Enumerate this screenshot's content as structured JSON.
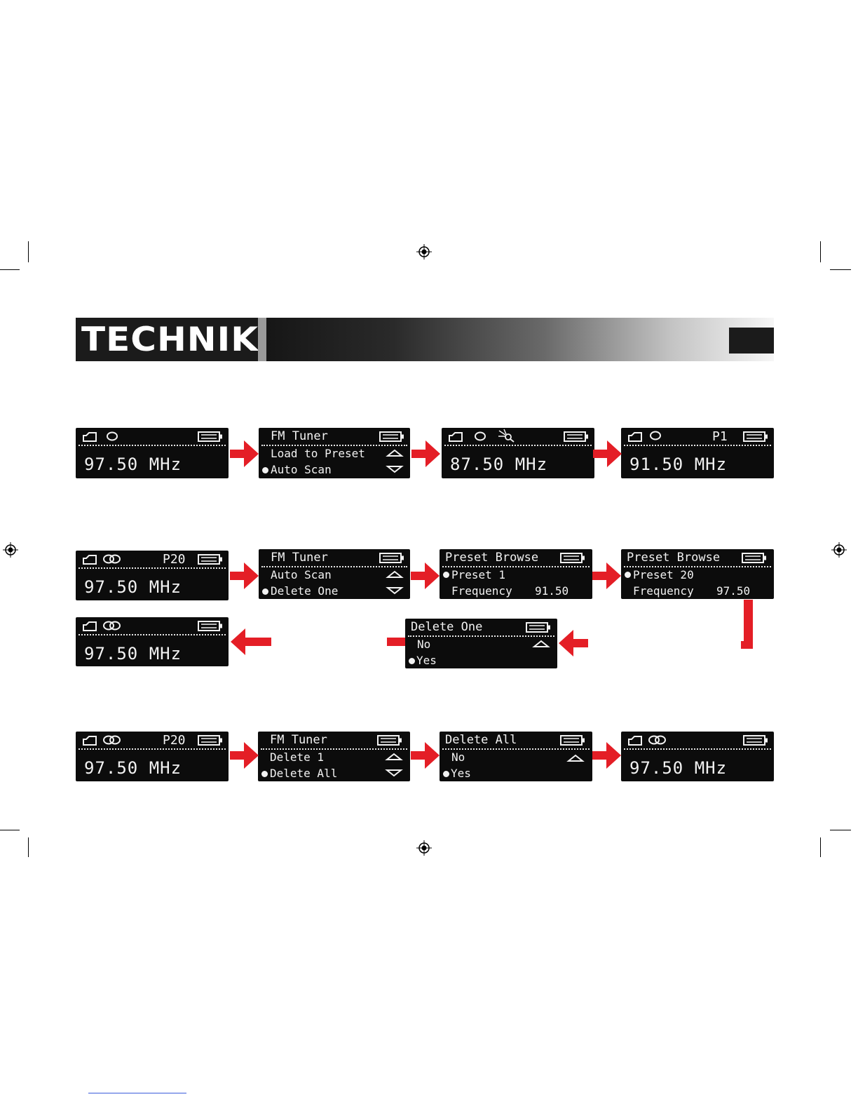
{
  "header": {
    "brand": "TECHNIKA"
  },
  "colors": {
    "accent": "#e41e26",
    "lcd_bg": "#0c0c0c",
    "lcd_text": "#f2f2f2"
  },
  "rows": {
    "auto_scan": {
      "screen1": {
        "freq": "97.50 MHz"
      },
      "screen2": {
        "title": "FM Tuner",
        "line1": "Load to Preset",
        "line2": "Auto Scan"
      },
      "screen3": {
        "freq": "87.50 MHz"
      },
      "screen4": {
        "preset": "P1",
        "freq": "91.50 MHz"
      }
    },
    "delete_one": {
      "screen1": {
        "preset": "P20",
        "freq": "97.50 MHz"
      },
      "screen2": {
        "title": "FM Tuner",
        "line1": "Auto Scan",
        "line2": "Delete One"
      },
      "screen3": {
        "title": "Preset Browse",
        "line1": "Preset 1",
        "line2": "Frequency",
        "value": "91.50"
      },
      "screen4": {
        "title": "Preset Browse",
        "line1": "Preset 20",
        "line2": "Frequency",
        "value": "97.50"
      },
      "confirm": {
        "title": "Delete One",
        "line1": "No",
        "line2": "Yes"
      },
      "result": {
        "freq": "97.50 MHz"
      }
    },
    "delete_all": {
      "screen1": {
        "preset": "P20",
        "freq": "97.50 MHz"
      },
      "screen2": {
        "title": "FM Tuner",
        "line1": "Delete 1",
        "line2": "Delete All"
      },
      "screen3": {
        "title": "Delete All",
        "line1": "No",
        "line2": "Yes"
      },
      "screen4": {
        "freq": "97.50 MHz"
      }
    }
  },
  "icons": [
    "folder-icon",
    "repeat-icon",
    "repeat-all-icon",
    "scan-icon",
    "battery-icon",
    "scroll-up-icon",
    "scroll-down-icon",
    "registration-mark-icon"
  ]
}
